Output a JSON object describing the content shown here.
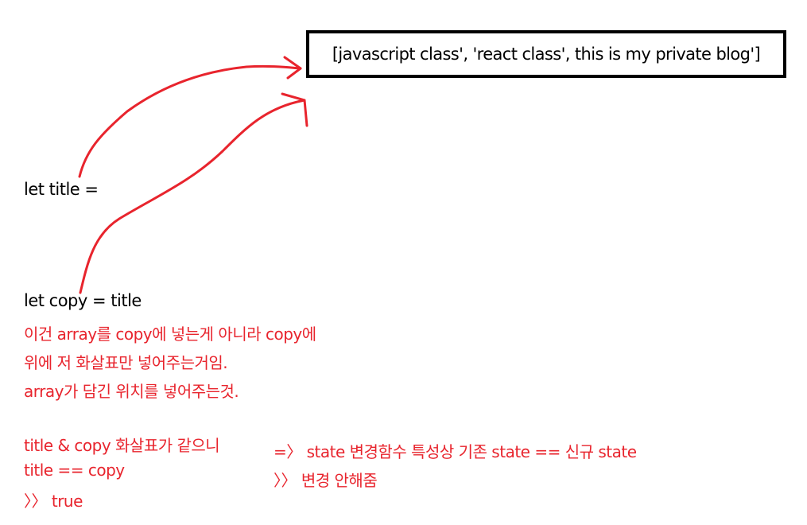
{
  "box_text": "[javascript class', 'react class', this is my private blog']",
  "code": {
    "line1": "let title =",
    "line2": "let copy = title"
  },
  "note": {
    "line1": "이건 array를 copy에 넣는게 아니라 copy에",
    "line2": "위에 저 화살표만 넣어주는거임.",
    "line3": "array가 담긴 위치를 넣어주는것."
  },
  "compare": {
    "line1": "title & copy 화살표가 같으니",
    "line2": "title == copy",
    "line3": "〉〉 true"
  },
  "result": {
    "line1": "=〉 state 변경함수 특성상 기존 state == 신규 state",
    "line2": "〉〉 변경 안해줌"
  },
  "colors": {
    "annotation": "#e8242d",
    "text": "#000000"
  }
}
